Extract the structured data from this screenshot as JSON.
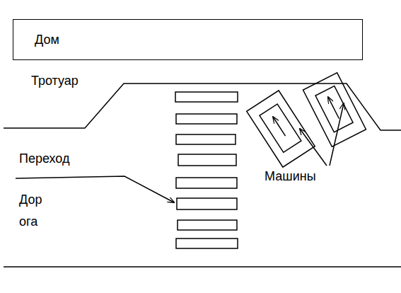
{
  "diagram": {
    "nodes": [
      {
        "text": [
          "Дом"
        ]
      }
    ],
    "labels": [
      "Тротуар",
      "Переход",
      "Дор ога",
      "Машины"
    ]
  }
}
